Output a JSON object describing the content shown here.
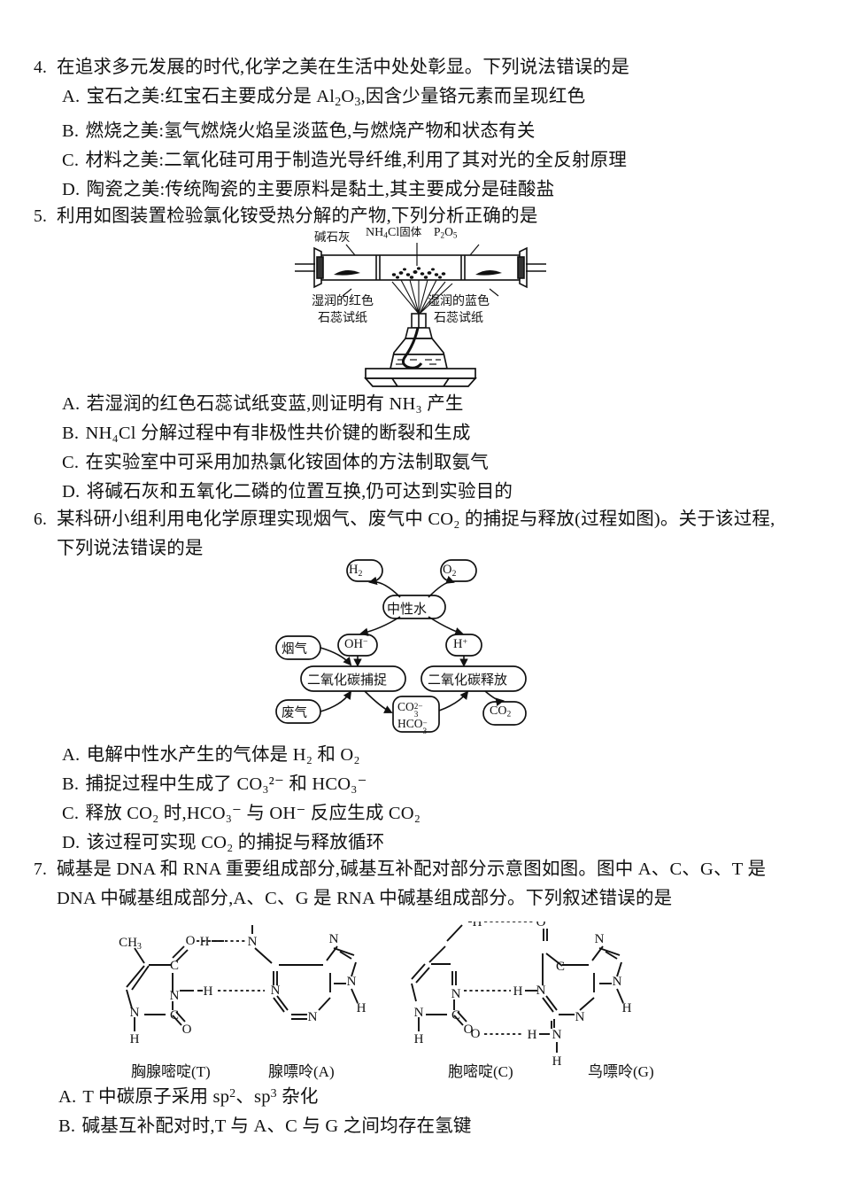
{
  "page": {
    "background": "#ffffff",
    "ink": "#111111"
  },
  "questions": [
    {
      "number": "4.",
      "stem": "在追求多元发展的时代,化学之美在生活中处处彰显。下列说法错误的是",
      "options": [
        {
          "label": "A.",
          "text_before": "宝石之美:红宝石主要成分是 Al",
          "text_after": ",因含少量铬元素而呈现红色"
        },
        {
          "label": "B.",
          "text": "燃烧之美:氢气燃烧火焰呈淡蓝色,与燃烧产物和状态有关"
        },
        {
          "label": "C.",
          "text": "材料之美:二氧化硅可用于制造光导纤维,利用了其对光的全反射原理"
        },
        {
          "label": "D.",
          "text": "陶瓷之美:传统陶瓷的主要原料是黏土,其主要成分是硅酸盐"
        }
      ]
    },
    {
      "number": "5.",
      "stem": "利用如图装置检验氯化铵受热分解的产物,下列分析正确的是",
      "options": [
        {
          "label": "A.",
          "text": "若湿润的红色石蕊试纸变蓝,则证明有 NH₃ 产生"
        },
        {
          "label": "B.",
          "text": "NH₄Cl 分解过程中有非极性共价键的断裂和生成"
        },
        {
          "label": "C.",
          "text": "在实验室中可采用加热氯化铵固体的方法制取氨气"
        },
        {
          "label": "D.",
          "text": "将碱石灰和五氧化二磷的位置互换,仍可达到实验目的"
        }
      ]
    },
    {
      "number": "6.",
      "stem_line1": "某科研小组利用电化学原理实现烟气、废气中 CO₂ 的捕捉与释放(过程如图)。关于该过程,",
      "stem_line2": "下列说法错误的是",
      "options": [
        {
          "label": "A.",
          "text": "电解中性水产生的气体是 H₂ 和 O₂"
        },
        {
          "label": "B.",
          "text": "捕捉过程中生成了 CO₃²⁻ 和 HCO₃⁻"
        },
        {
          "label": "C.",
          "text": "释放 CO₂ 时,HCO₃⁻ 与 OH⁻ 反应生成 CO₂"
        },
        {
          "label": "D.",
          "text": "该过程可实现 CO₂ 的捕捉与释放循环"
        }
      ]
    },
    {
      "number": "7.",
      "stem_line1": "碱基是 DNA 和 RNA 重要组成部分,碱基互补配对部分示意图如图。图中 A、C、G、T 是",
      "stem_line2": "DNA 中碱基组成部分,A、C、G 是 RNA 中碱基组成部分。下列叙述错误的是",
      "options": [
        {
          "label": "A.",
          "text_before": "T 中碳原子采用 sp",
          "mid": "、sp",
          "text_after": " 杂化",
          "sup1": "2",
          "sup2": "3"
        },
        {
          "label": "B.",
          "text": "碱基互补配对时,T 与 A、C 与 G 之间均存在氢键"
        }
      ]
    }
  ],
  "apparatus_figure": {
    "labels": {
      "left_reagent": "碱石灰",
      "center_reagent_formula": "NH",
      "center_reagent_sub": "4",
      "center_reagent_mid": "Cl",
      "center_reagent_suffix": "固体",
      "right_reagent_p": "P",
      "right_reagent_p_sub": "2",
      "right_reagent_o": "O",
      "right_reagent_o_sub": "5",
      "left_paper_line1": "湿润的红色",
      "left_paper_line2": "石蕊试纸",
      "right_paper_line1": "湿润的蓝色",
      "right_paper_line2": "石蕊试纸"
    }
  },
  "flow_figure": {
    "nodes": {
      "h2": "H",
      "h2_sub": "2",
      "o2": "O",
      "o2_sub": "2",
      "neutral_water": "中性水",
      "oh": "OH",
      "oh_sup": "−",
      "h_plus": "H",
      "h_plus_sup": "+",
      "flue_gas": "烟气",
      "waste_gas": "废气",
      "capture": "二氧化碳捕捉",
      "release": "二氧化碳释放",
      "carbonate_line1_base": "CO",
      "carbonate_line1_sub": "3",
      "carbonate_line1_sup": "2−",
      "carbonate_line2_base": "HCO",
      "carbonate_line2_sub": "3",
      "carbonate_line2_sup": "−",
      "co2": "CO",
      "co2_sub": "2"
    }
  },
  "base_pair_figure": {
    "captions": {
      "thymine": "胸腺嘧啶(T)",
      "adenine": "腺嘌呤(A)",
      "cytosine": "胞嘧啶(C)",
      "guanine": "鸟嘌呤(G)"
    },
    "atoms": {
      "methyl": "CH",
      "methyl_sub": "3",
      "o": "O",
      "n": "N",
      "c": "C",
      "h": "H"
    }
  }
}
